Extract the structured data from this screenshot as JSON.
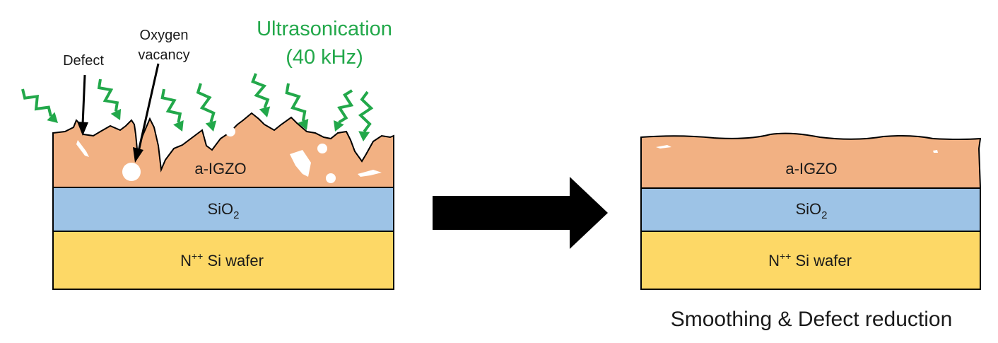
{
  "before": {
    "layers": {
      "top": "a-IGZO",
      "middle": {
        "base": "SiO",
        "sub": "2"
      },
      "bottom": {
        "prefix": "N",
        "sup": "++",
        "rest": " Si wafer"
      }
    },
    "annotations": {
      "defect": "Defect",
      "oxygen_line1": "Oxygen",
      "oxygen_line2": "vacancy"
    },
    "process": {
      "line1": "Ultrasonication",
      "line2": "(40 kHz)"
    }
  },
  "after": {
    "layers": {
      "top": "a-IGZO",
      "middle": {
        "base": "SiO",
        "sub": "2"
      },
      "bottom": {
        "prefix": "N",
        "sup": "++",
        "rest": " Si wafer"
      }
    },
    "caption": "Smoothing & Defect reduction"
  },
  "colors": {
    "igzo": "#f2b183",
    "sio2": "#9dc3e6",
    "si": "#fdd866",
    "wave": "#22a84a",
    "arrow": "#000000"
  }
}
